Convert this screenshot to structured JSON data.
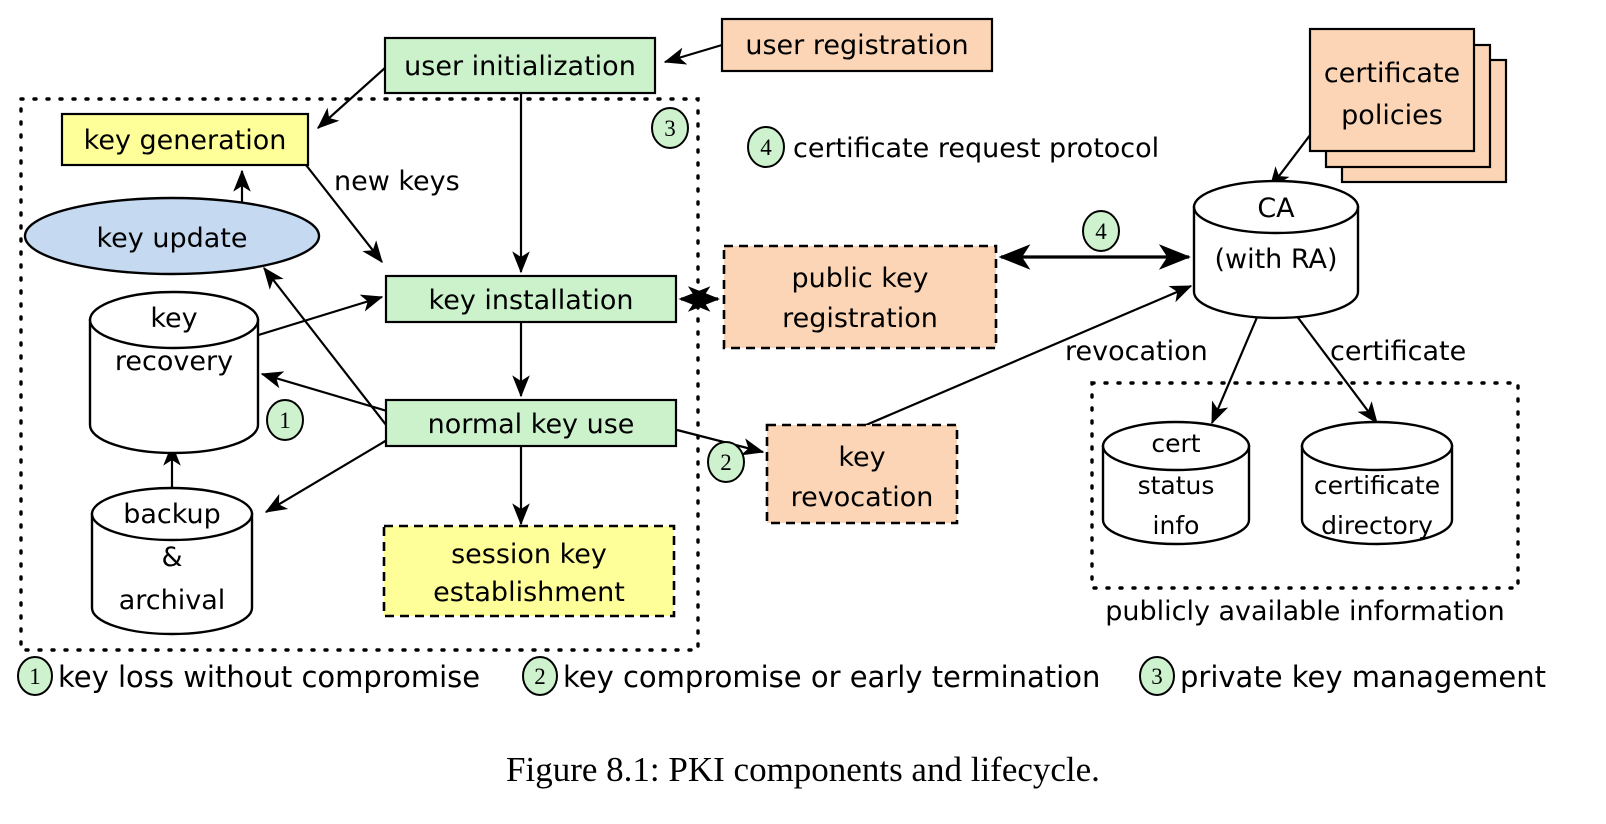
{
  "figure": {
    "caption": "Figure 8.1:  PKI components and lifecycle.",
    "colors": {
      "green_node": "#ccf2cc",
      "yellow_node": "#ffff99",
      "peach_node": "#fbd5b5",
      "blue_node": "#c5d9f1",
      "white_node": "#ffffff",
      "badge_green": "#cdf2cd",
      "stroke": "#000000"
    }
  },
  "nodes": {
    "user_initialization": "user initialization",
    "user_registration": "user registration",
    "key_generation": "key generation",
    "key_update": "key update",
    "key_recovery_l1": "key",
    "key_recovery_l2": "recovery",
    "backup_l1": "backup",
    "backup_l2": "&",
    "backup_l3": "archival",
    "key_installation": "key installation",
    "normal_key_use": "normal key use",
    "session_key_l1": "session key",
    "session_key_l2": "establishment",
    "public_key_reg_l1": "public key",
    "public_key_reg_l2": "registration",
    "key_revocation_l1": "key",
    "key_revocation_l2": "revocation",
    "certificate_policies_l1": "certificate",
    "certificate_policies_l2": "policies",
    "ca_l1": "CA",
    "ca_l2": "(with RA)",
    "cert_status_l1": "cert",
    "cert_status_l2": "status",
    "cert_status_l3": "info",
    "cert_dir_l1": "certificate",
    "cert_dir_l2": "directory"
  },
  "edge_labels": {
    "new_keys": "new keys",
    "revocation": "revocation",
    "certificate": "certificate",
    "cert_request_protocol": "certificate request protocol"
  },
  "group_labels": {
    "publicly_available_information": "publicly available information"
  },
  "badges": {
    "b1": "1",
    "b2": "2",
    "b3": "3",
    "b4_inline": "4",
    "b4_edge": "4"
  },
  "legend": [
    {
      "num": "1",
      "text": "key loss without compromise"
    },
    {
      "num": "2",
      "text": "key compromise or early termination"
    },
    {
      "num": "3",
      "text": "private key management"
    }
  ]
}
